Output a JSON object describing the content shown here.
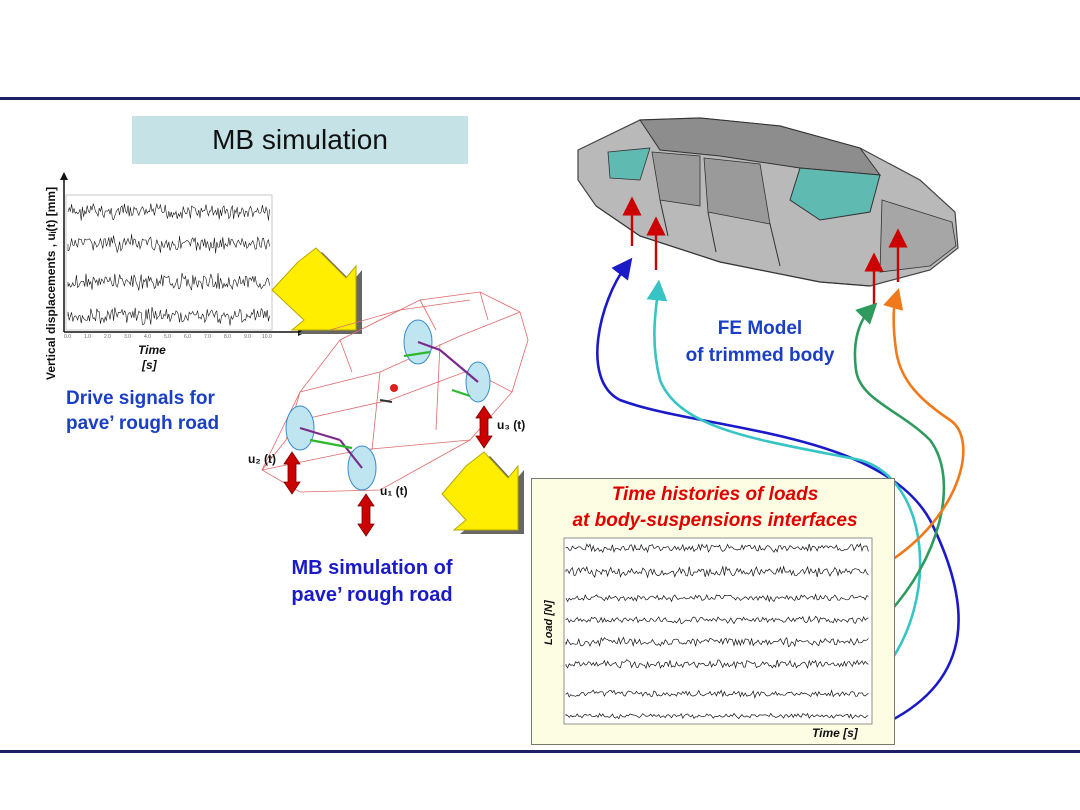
{
  "colors": {
    "rule": "#1f1f66",
    "title_bg": "#c5e3e6",
    "caption_blue": "#1a3fc4",
    "caption_red": "#e00000",
    "arrow_yellow": "#ffee00",
    "arrow_red": "#cc0000",
    "curve_blue": "#1a1ac8",
    "curve_cyan": "#36c4c4",
    "curve_green": "#2e9a5e",
    "curve_orange": "#f07a1a"
  },
  "title": "MB simulation",
  "drive_signals": {
    "y_axis_label": "Vertical displacements , uᵢ(t) [mm]",
    "x_axis_label": "Time",
    "x_axis_unit": "[s]",
    "caption_line1": "Drive signals for",
    "caption_line2": "pave’ rough road"
  },
  "mb_model": {
    "u1": "u₁ (t)",
    "u2": "u₂ (t)",
    "u3": "u₃ (t)",
    "caption_line1": "MB simulation of",
    "caption_line2": "pave’ rough road"
  },
  "fe_model": {
    "caption_line1": "FE Model",
    "caption_line2": "of trimmed body"
  },
  "loads": {
    "caption_line1": "Time histories of loads",
    "caption_line2": "at body-suspensions interfaces",
    "y_axis_label": "Load [N]",
    "x_axis_label": "Time [s]"
  },
  "icons": [
    "yellow-block-arrow-icon",
    "red-double-arrow-icon",
    "car-wireframe-icon",
    "car-body-icon"
  ]
}
